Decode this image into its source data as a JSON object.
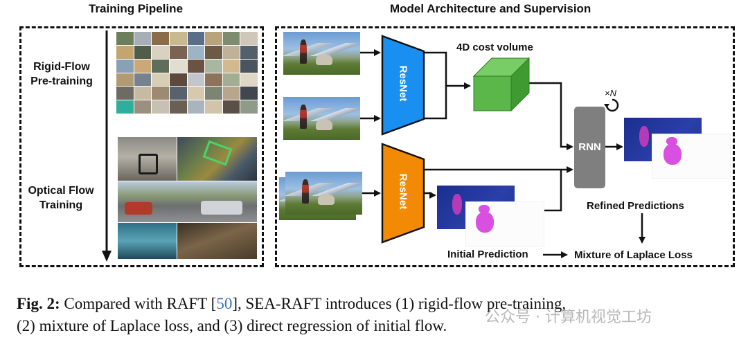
{
  "titles": {
    "left": "Training Pipeline",
    "right": "Model Architecture and Supervision"
  },
  "left_panel": {
    "stage1": "Rigid-Flow Pre-training",
    "stage2": "Optical Flow Training"
  },
  "right_panel": {
    "encoder_top": "ResNet",
    "encoder_bottom": "ResNet",
    "cost_volume": "4D cost volume",
    "rnn": "RNN",
    "iterations": "×N",
    "refined": "Refined Predictions",
    "initial": "Initial Prediction",
    "loss": "Mixture of Laplace Loss"
  },
  "colors": {
    "resnet_top": "#1a8ff2",
    "resnet_bottom": "#f28a05",
    "cost_volume": "#5cb74a",
    "rnn": "#7f7f7f",
    "cite": "#3a6fc4"
  },
  "caption": {
    "fig_label": "Fig. 2:",
    "line1_a": " Compared with RAFT [",
    "cite": "50",
    "line1_b": "], SEA-RAFT introduces (1) rigid-flow pre-training,",
    "line2": "(2) mixture of Laplace loss, and (3) direct regression of initial flow."
  },
  "watermark": "公众号 · 计算机视觉工坊"
}
